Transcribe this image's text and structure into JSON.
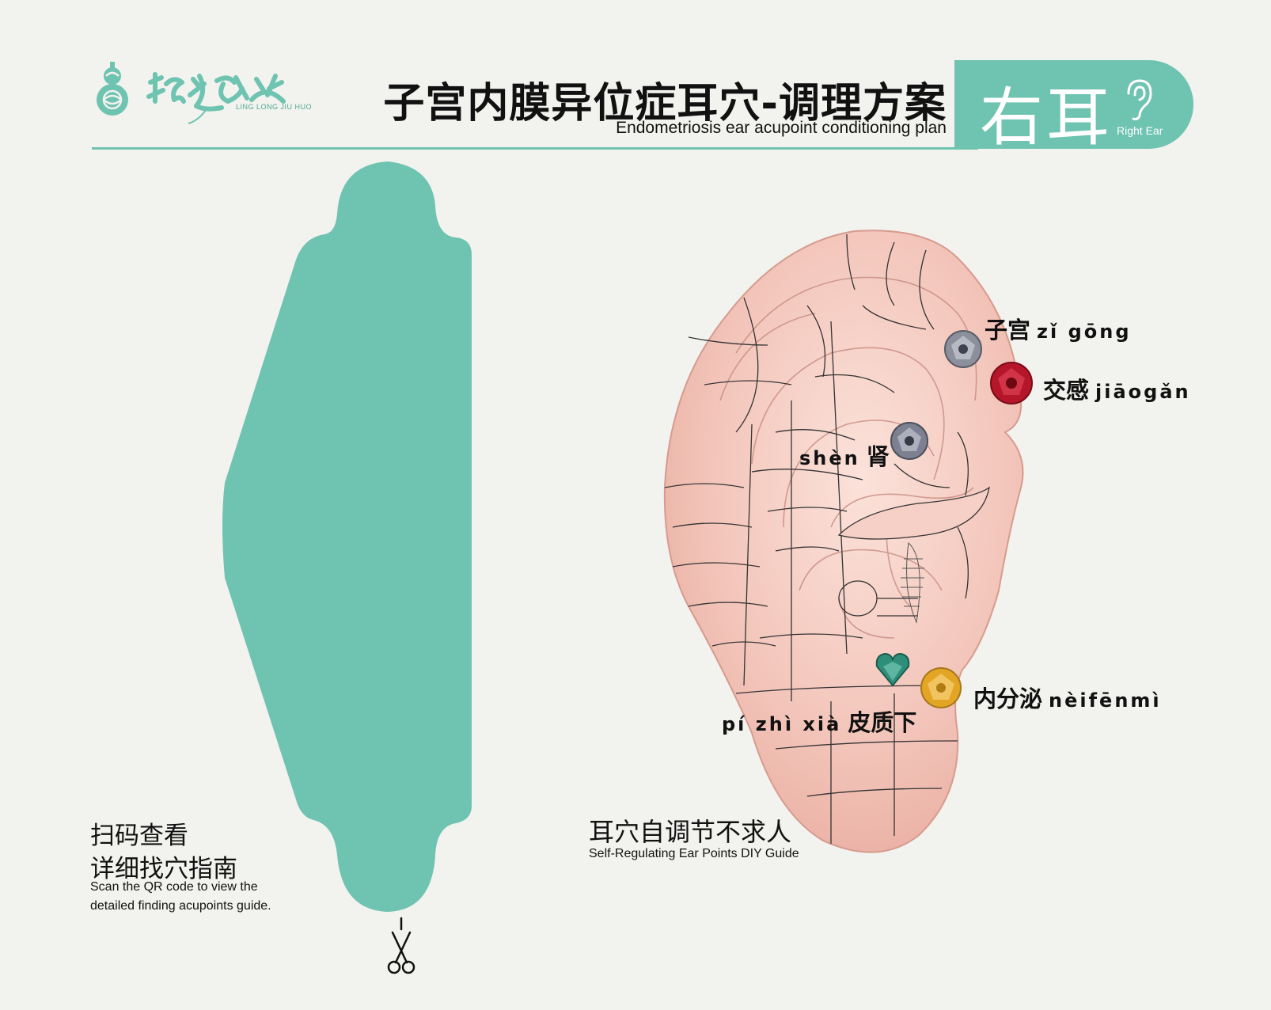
{
  "brand": {
    "logo_sub": "LING LONG JIU HUO"
  },
  "header": {
    "title_cn": "子宫内膜异位症耳穴-调理方案",
    "title_en": "Endometriosis ear acupoint conditioning plan",
    "ear_side_cn": "右耳",
    "ear_side_en": "Right Ear"
  },
  "qr": {
    "line1_cn": "扫码查看",
    "line2_cn": "详细找穴指南",
    "line1_en": "Scan the QR code to view the",
    "line2_en": "detailed finding acupoints guide."
  },
  "guide": {
    "title_cn": "耳穴自调节不求人",
    "title_en": "Self-Regulating Ear Points DIY Guide"
  },
  "acupoints": [
    {
      "cn": "子宫",
      "pinyin": "zǐ gōng",
      "gem_color": "#8c8f9c"
    },
    {
      "cn": "交感",
      "pinyin": "jiāogǎn",
      "gem_color": "#b5162a"
    },
    {
      "cn": "肾",
      "pinyin": "shèn",
      "gem_color": "#7d8090"
    },
    {
      "cn": "内分泌",
      "pinyin": "nèifēnmì",
      "gem_color": "#e2a524"
    },
    {
      "cn": "皮质下",
      "pinyin": "pí zhì xià",
      "gem_color": "#2e8e7a"
    }
  ],
  "colors": {
    "accent": "#6fc3b1",
    "ear_skin": "#f3c5ba",
    "background": "#f2f2ee"
  }
}
